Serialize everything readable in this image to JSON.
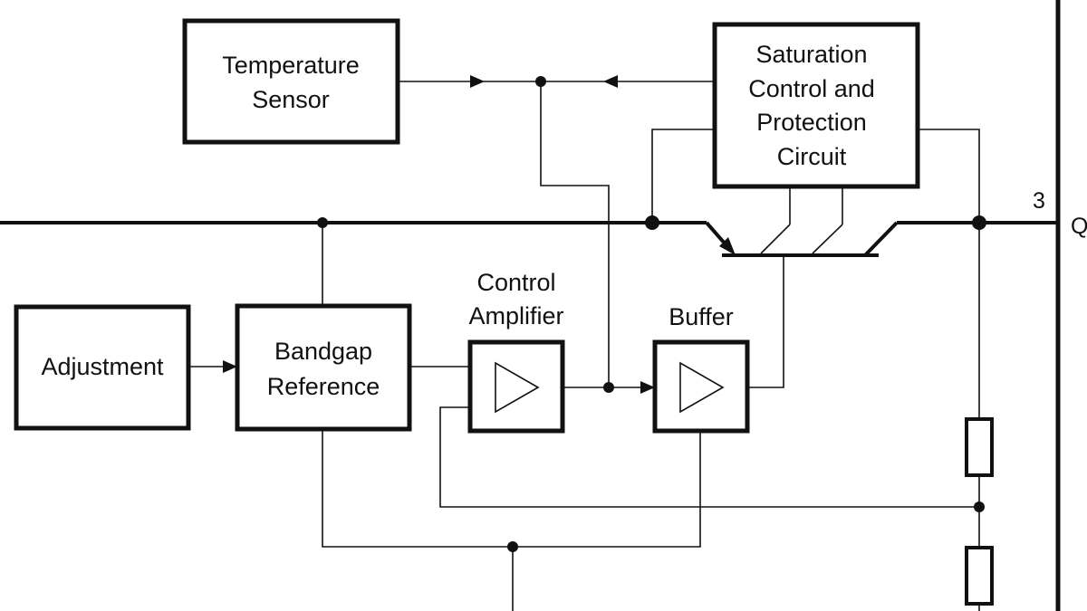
{
  "blocks": {
    "temperature_sensor": [
      "Temperature",
      "Sensor"
    ],
    "saturation_control": [
      "Saturation",
      "Control and",
      "Protection",
      "Circuit"
    ],
    "adjustment": [
      "Adjustment"
    ],
    "bandgap_reference": [
      "Bandgap",
      "Reference"
    ],
    "control_amplifier": [
      "Control",
      "Amplifier"
    ],
    "buffer": [
      "Buffer"
    ]
  },
  "pins": {
    "output_number": "3",
    "output_name": "Q"
  }
}
